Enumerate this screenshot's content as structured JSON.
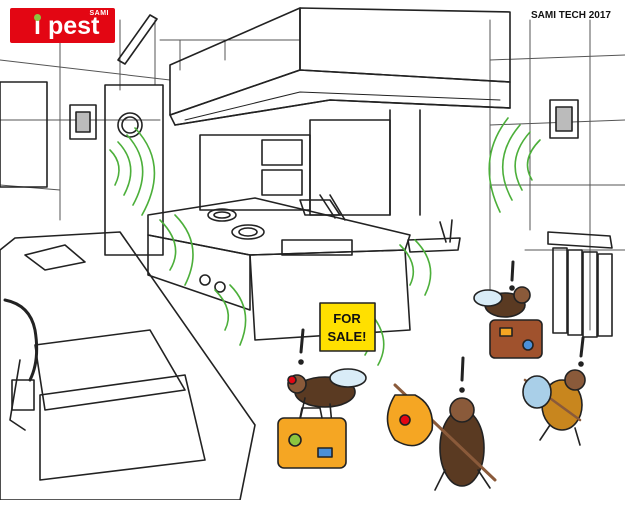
{
  "logo": {
    "brand": "SAMI",
    "text_i": "i",
    "text_pest": "pest",
    "accent_color": "#e30613",
    "dot_color": "#8bc53f"
  },
  "credit": "SAMI TECH 2017",
  "sign": {
    "line1": "FOR",
    "line2": "SALE!",
    "color": "#ffe000"
  },
  "signal_color": "#4caf3a",
  "icons": [
    "sensor-device-icon",
    "wifi-signal-icon",
    "cockroach-icon",
    "suitcase-icon",
    "bindle-icon",
    "exclamation-icon"
  ]
}
